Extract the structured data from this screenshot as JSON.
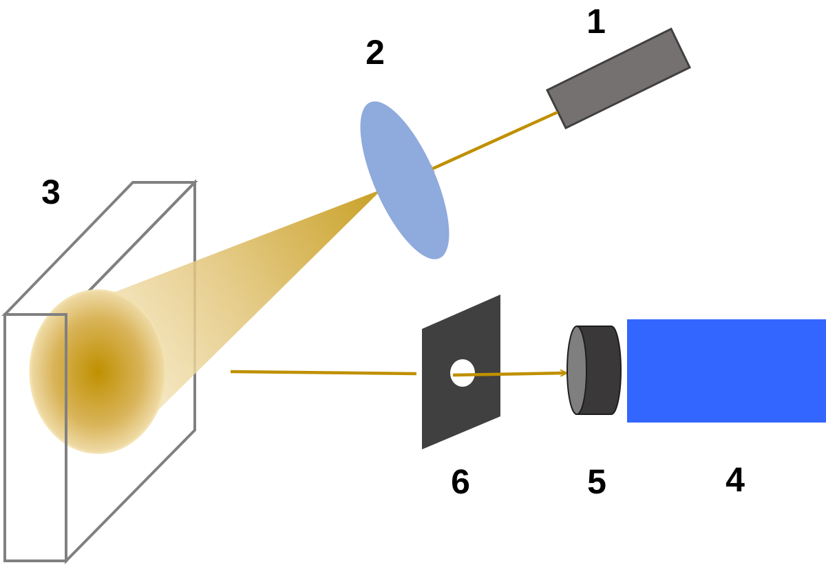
{
  "labels": {
    "laser": "1",
    "lens": "2",
    "sample": "3",
    "camera": "4",
    "camera_lens": "5",
    "aperture": "6"
  },
  "colors": {
    "laser_body": "#767171",
    "lens": "#8faadc",
    "beam": "#bf9000",
    "sample_outline": "#808080",
    "aperture_plate": "#404040",
    "camera_lens": "#3a3838",
    "camera_body": "#3366ff",
    "text": "#000000"
  }
}
